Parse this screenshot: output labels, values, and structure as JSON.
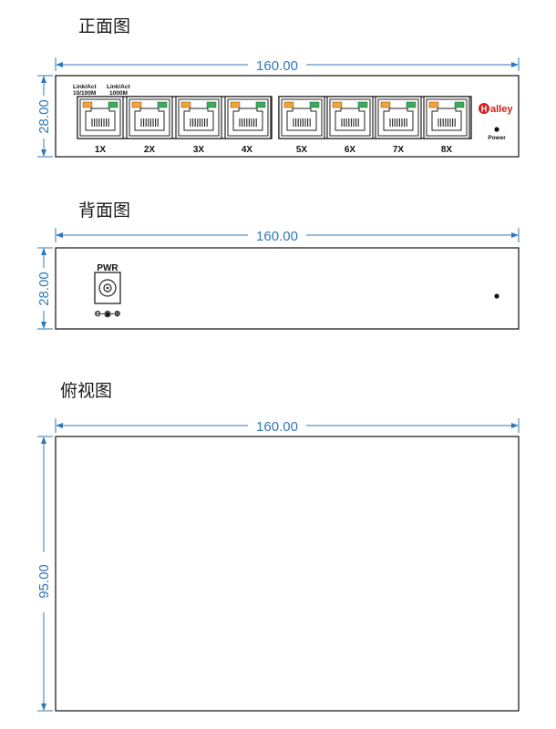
{
  "views": {
    "front": {
      "title": "正面图",
      "width_label": "160.00",
      "height_label": "28.00"
    },
    "back": {
      "title": "背面图",
      "width_label": "160.00",
      "height_label": "28.00"
    },
    "top": {
      "title": "俯视图",
      "width_label": "160.00",
      "height_label": "95.00"
    }
  },
  "front_panel": {
    "led_legend": {
      "left_line1": "Link/Act",
      "left_line2": "10/100M",
      "right_line1": "Link/Act",
      "right_line2": "1000M"
    },
    "ports": [
      "1X",
      "2X",
      "3X",
      "4X",
      "5X",
      "6X",
      "7X",
      "8X"
    ],
    "brand": "alley",
    "brand_mark": "H",
    "power_label": "Power"
  },
  "back_panel": {
    "pwr_label": "PWR",
    "polarity_symbol": "⊖-◉-⊕"
  },
  "colors": {
    "dimension": "#2f79b9",
    "led_amber": "#f2a33a",
    "led_green": "#3cab5b",
    "brand": "#d42020",
    "outline": "#222222"
  }
}
